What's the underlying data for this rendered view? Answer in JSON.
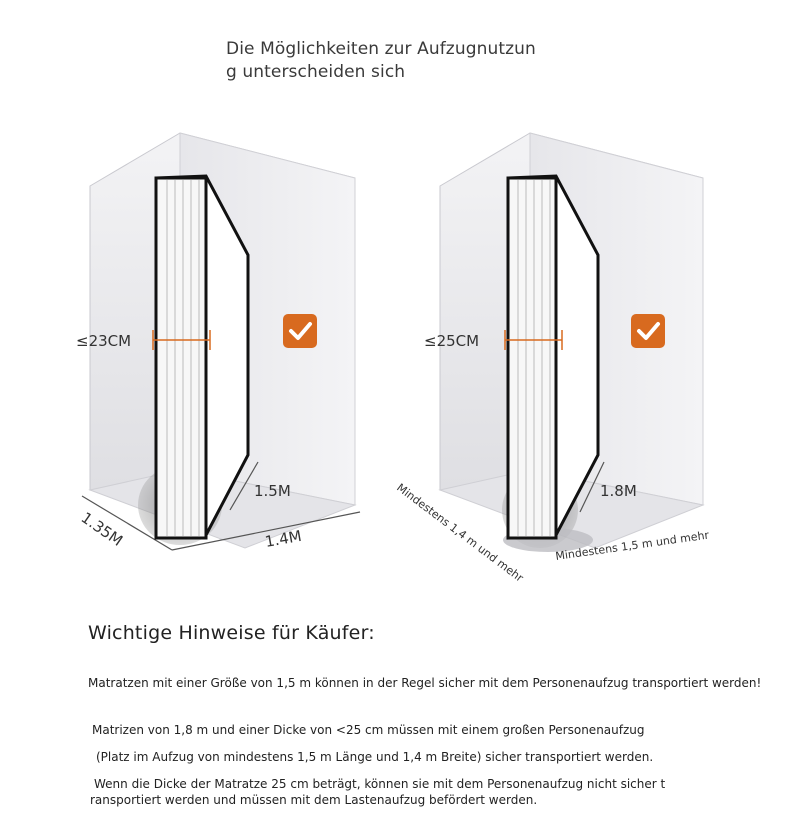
{
  "title": {
    "line1": "Die Möglichkeiten zur Aufzugnutzun",
    "line2": "g unterscheiden sich"
  },
  "diagram_left": {
    "thickness_label": "≤23CM",
    "height_label": "1.5M",
    "width_label": "1.4M",
    "depth_label": "1.35M",
    "check": "check-icon"
  },
  "diagram_right": {
    "thickness_label": "≤25CM",
    "height_label": "1.8M",
    "length_label": "Mindestens 1,4 m und mehr",
    "width_label": "Mindestens 1,5 m und mehr",
    "check": "check-icon"
  },
  "colors": {
    "accent": "#d86a1f",
    "box": "#e9e9ec",
    "outline": "#1a1a1a"
  },
  "notes": {
    "heading": "Wichtige Hinweise für Käufer:",
    "line1": "Matratzen mit einer Größe von 1,5 m können in der Regel sicher mit dem Personenaufzug transportiert werden!",
    "line2": "Matrizen von 1,8 m und einer Dicke von <25 cm müssen mit einem großen Personenaufzug",
    "line3": "(Platz im Aufzug von mindestens 1,5 m Länge und 1,4 m Breite) sicher transportiert werden.",
    "line4a": "Wenn die Dicke der Matratze 25 cm beträgt, können sie mit dem Personenaufzug nicht sicher t",
    "line4b": "ransportiert werden und müssen mit dem Lastenaufzug befördert werden."
  }
}
